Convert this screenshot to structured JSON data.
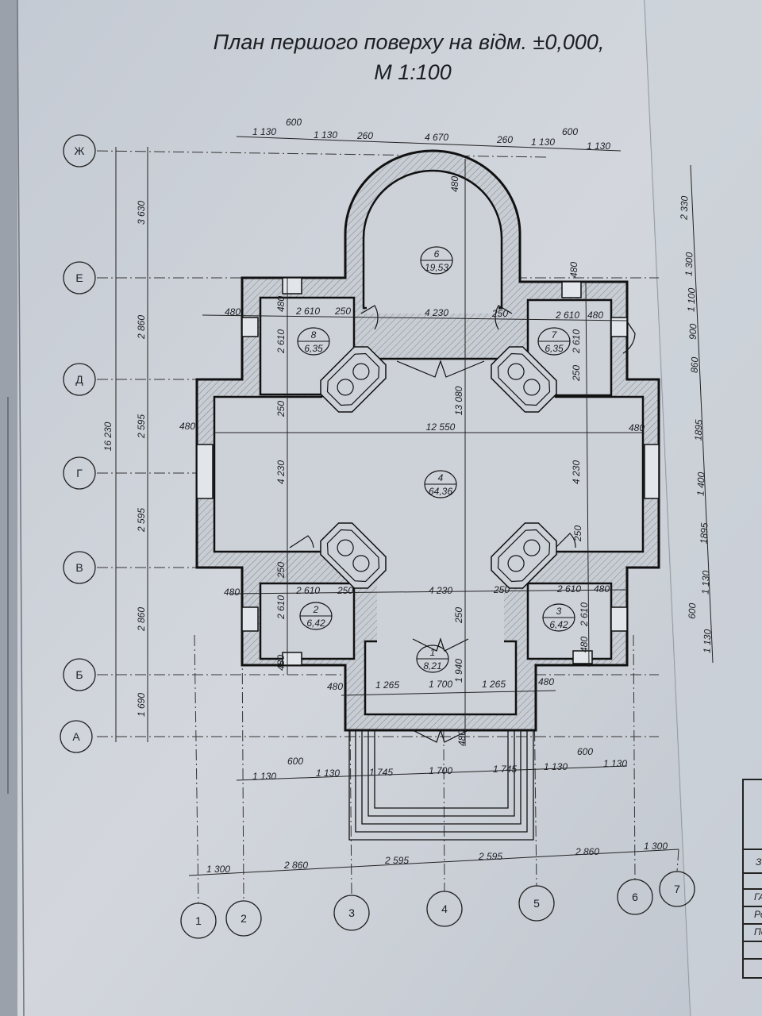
{
  "title": {
    "line1": "План першого поверху на відм. ±0,000,",
    "line2": "М 1:100"
  },
  "axes": {
    "rows": [
      "Ж",
      "Е",
      "Д",
      "Г",
      "В",
      "Б",
      "А"
    ],
    "columns": [
      "1",
      "2",
      "3",
      "4",
      "5",
      "6",
      "7"
    ]
  },
  "rooms": [
    {
      "number": "6",
      "area": "19,53"
    },
    {
      "number": "8",
      "area": "6,35"
    },
    {
      "number": "7",
      "area": "6,35"
    },
    {
      "number": "4",
      "area": "64,36"
    },
    {
      "number": "2",
      "area": "6,42"
    },
    {
      "number": "3",
      "area": "6,42"
    },
    {
      "number": "1",
      "area": "8,21"
    }
  ],
  "dimensions": {
    "top": [
      "1 130",
      "600",
      "1 130",
      "260",
      "4 670",
      "260",
      "1 130",
      "600",
      "1 130"
    ],
    "bottom_1": [
      "1 130",
      "600",
      "1 130",
      "1 745",
      "1 700",
      "1 745",
      "1 130",
      "600",
      "1 130"
    ],
    "bottom_2": [
      "1 300",
      "2 860",
      "2 595",
      "2 595",
      "2 860",
      "1 300"
    ],
    "left_overall": "16 230",
    "left": [
      "3 630",
      "2 860",
      "2 595",
      "2 595",
      "2 860",
      "1 690"
    ],
    "right": [
      "2 330",
      "1 300",
      "1 100",
      "900",
      "860",
      "1895",
      "1 400",
      "1895",
      "1 130",
      "600",
      "1 130"
    ],
    "interior": [
      "480",
      "480",
      "2 610",
      "250",
      "4 230",
      "250",
      "2 610",
      "480",
      "2 610",
      "480",
      "2 610",
      "250",
      "480",
      "250",
      "12 550",
      "13 080",
      "480",
      "480",
      "4 230",
      "4 230",
      "250",
      "250",
      "480",
      "2 610",
      "250",
      "4 230",
      "250",
      "2 610",
      "480",
      "2 610",
      "2 610",
      "250",
      "480",
      "480",
      "480",
      "1 265",
      "1 700",
      "1 940",
      "1 265",
      "480",
      "480"
    ]
  },
  "title_block": {
    "fragments": [
      "З",
      "ГА",
      "Ро",
      "Пе"
    ]
  },
  "colors": {
    "paper": "#cdd2d9",
    "ink": "#1c1f24",
    "hatch": "#8a9099"
  }
}
